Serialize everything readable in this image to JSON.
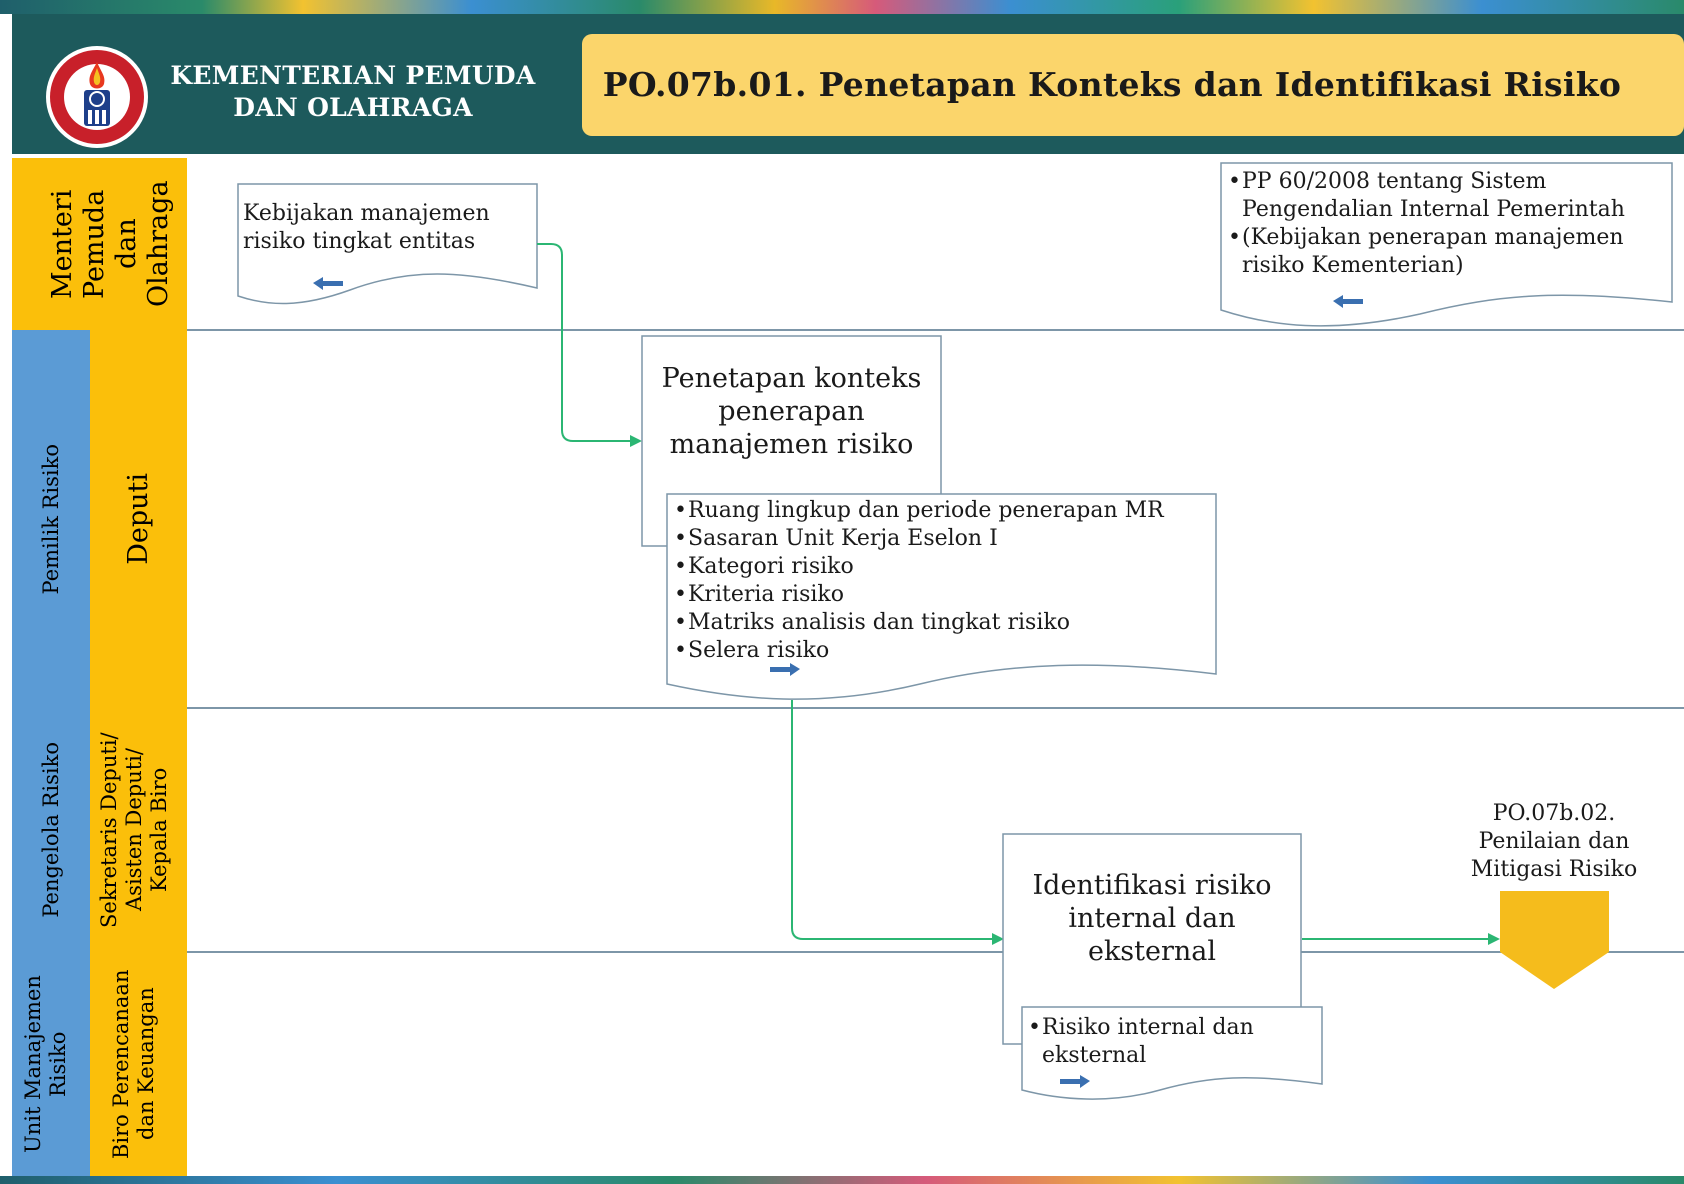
{
  "header": {
    "org_name": "KEMENTERIAN PEMUDA DAN OLAHRAGA",
    "title": "PO.07b.01. Penetapan Konteks dan Identifikasi Risiko"
  },
  "lanes": [
    {
      "outer": "Menteri Pemuda dan Olahraga",
      "inner": ""
    },
    {
      "outer": "Pemilik Risiko",
      "inner": "Deputi"
    },
    {
      "outer": "Pengelola Risiko",
      "inner": "Sekretaris Deputi/ Asisten Deputi/ Kepala Biro"
    },
    {
      "outer": "Unit Manajemen Risiko",
      "inner": "Biro Perencanaan dan Keuangan"
    }
  ],
  "documents": {
    "policy_entity": "Kebijakan manajemen risiko tingkat entitas",
    "regulations": [
      "PP 60/2008 tentang Sistem Pengendalian Internal Pemerintah",
      "(Kebijakan penerapan manajemen risiko Kementerian)"
    ],
    "context_outputs": [
      "Ruang lingkup dan periode penerapan MR",
      "Sasaran Unit Kerja Eselon I",
      "Kategori risiko",
      "Kriteria risiko",
      "Matriks analisis dan tingkat risiko",
      "Selera risiko"
    ],
    "identification_outputs": [
      "Risiko internal dan eksternal"
    ]
  },
  "processes": {
    "context": "Penetapan konteks penerapan manajemen risiko",
    "identification": "Identifikasi risiko internal dan eksternal"
  },
  "connector": {
    "next_process": "PO.07b.02. Penilaian dan Mitigasi Risiko"
  },
  "colors": {
    "header_bg": "#1d5a5c",
    "title_bg": "#fbd56b",
    "lane_yellow": "#fbbf0a",
    "lane_blue": "#5b9bd5",
    "flow_line": "#2bb673",
    "arrow_icon": "#3a6fb0",
    "connector": "#f5bc1c"
  },
  "icons": [
    "emblem-logo",
    "left-arrow-icon",
    "right-arrow-icon"
  ]
}
